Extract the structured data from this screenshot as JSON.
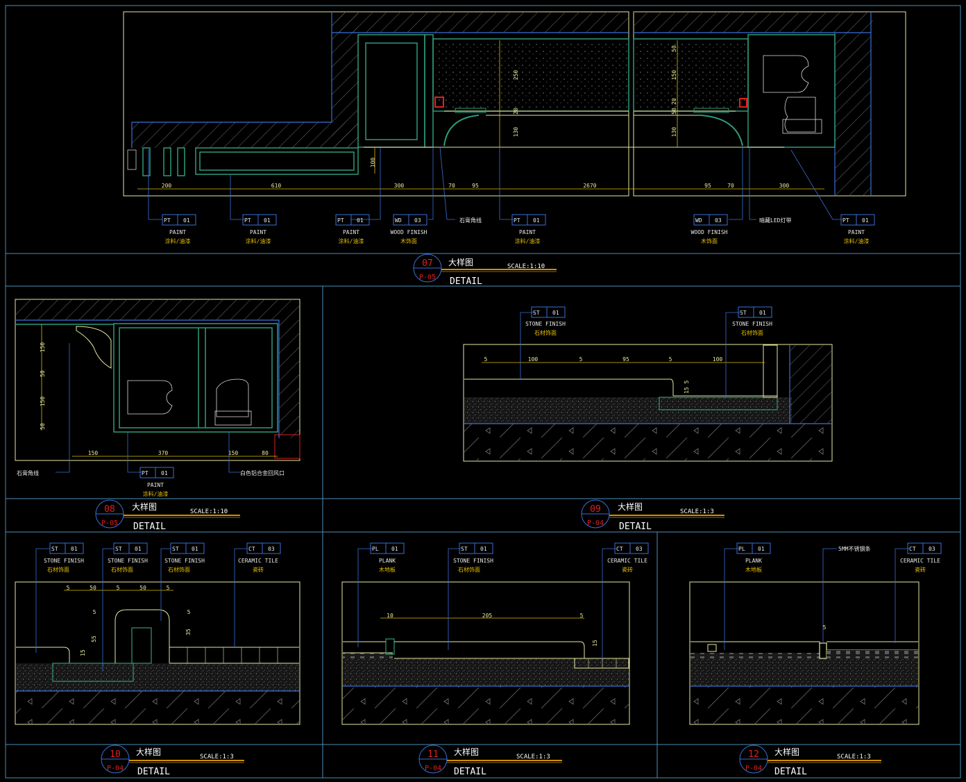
{
  "colors": {
    "background": "#000000",
    "frame": "#4a90b8",
    "paper": "#e8e8a0",
    "wall": "#3a6fd8",
    "hatch": "#6f6f6f",
    "panel": "#2f9a7a",
    "dimension": "#e0c000",
    "tag_line": "#3a6fd8",
    "title_red": "#e02020",
    "label": "#f0f0f0",
    "led": "#e02020"
  },
  "tags": {
    "PT": {
      "code": "PT",
      "num": "01",
      "en": "PAINT",
      "zh": "涂料/油漆"
    },
    "WD": {
      "code": "WD",
      "num": "03",
      "en": "WOOD FINISH",
      "zh": "木饰面"
    },
    "ST": {
      "code": "ST",
      "num": "01",
      "en": "STONE FINISH",
      "zh": "石材饰面"
    },
    "CT": {
      "code": "CT",
      "num": "03",
      "en": "CERAMIC TILE",
      "zh": "瓷砖"
    },
    "PL": {
      "code": "PL",
      "num": "01",
      "en": "PLANK",
      "zh": "木地板"
    }
  },
  "notes": {
    "gypsum": "石膏角线",
    "led": "暗藏LED灯带",
    "vent": "白色铝合金回风口",
    "steel_strip": "5MM不锈钢条"
  },
  "titles": [
    {
      "num": "07",
      "sheet": "P-05",
      "zh": "大样图",
      "en": "DETAIL",
      "scale": "SCALE:1:10"
    },
    {
      "num": "08",
      "sheet": "P-05",
      "zh": "大样图",
      "en": "DETAIL",
      "scale": "SCALE:1:10"
    },
    {
      "num": "09",
      "sheet": "P-04",
      "zh": "大样图",
      "en": "DETAIL",
      "scale": "SCALE:1:3"
    },
    {
      "num": "10",
      "sheet": "P-04",
      "zh": "大样图",
      "en": "DETAIL",
      "scale": "SCALE:1:3"
    },
    {
      "num": "11",
      "sheet": "P-04",
      "zh": "大样图",
      "en": "DETAIL",
      "scale": "SCALE:1:3"
    },
    {
      "num": "12",
      "sheet": "P-04",
      "zh": "大样图",
      "en": "DETAIL",
      "scale": "SCALE:1:3"
    }
  ],
  "dims": {
    "d07_bottom": [
      "200",
      "610",
      "300",
      "70",
      "95",
      "2670",
      "95",
      "70",
      "300"
    ],
    "d07_left_v": [
      "250",
      "20",
      "130"
    ],
    "d07_right_v": [
      "50",
      "150",
      "20",
      "50",
      "130"
    ],
    "d07_small": "100",
    "d08_v": [
      "150",
      "50",
      "150",
      "50"
    ],
    "d08_h": [
      "150",
      "370",
      "150",
      "80"
    ],
    "d09": [
      "5",
      "100",
      "5",
      "95",
      "5",
      "100",
      "15",
      "5"
    ],
    "d10": [
      "5",
      "50",
      "5",
      "50",
      "5",
      "5",
      "55",
      "15",
      "5",
      "35"
    ],
    "d11": [
      "10",
      "205",
      "5",
      "15"
    ],
    "d12": [
      "5"
    ]
  }
}
